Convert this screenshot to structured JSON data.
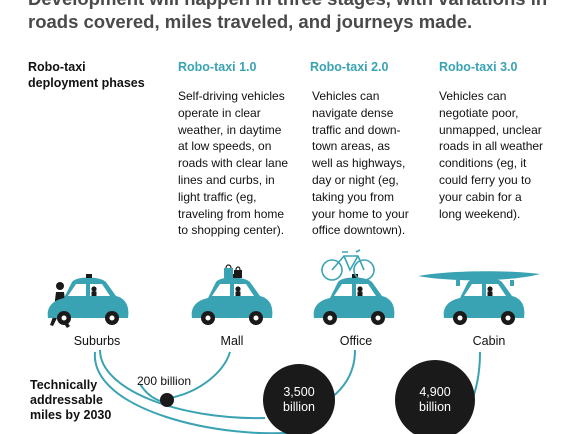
{
  "intro": {
    "line1": "Development will happen in three stages, with variations in",
    "line2": "roads covered, miles traveled, and journeys made."
  },
  "phases_label": {
    "line1": "Robo-taxi",
    "line2": "deployment phases"
  },
  "phases": [
    {
      "title": "Robo-taxi 1.0",
      "lines": [
        "Self-driving vehicles",
        "operate in clear",
        "weather, in daytime",
        "at low speeds, on",
        "roads with clear lane",
        "lines and curbs, in",
        "light traffic (eg,",
        "traveling from home",
        "to shopping center)."
      ]
    },
    {
      "title": "Robo-taxi 2.0",
      "lines": [
        "Vehicles can",
        "navigate dense",
        "traffic and down-",
        "town areas, as",
        "well as highways,",
        "day or night (eg,",
        "taking you from",
        "your home to your",
        "office downtown)."
      ]
    },
    {
      "title": "Robo-taxi 3.0",
      "lines": [
        "Vehicles can",
        "negotiate poor,",
        "unmapped, unclear",
        "roads in all weather",
        "conditions (eg, it",
        "could ferry you to",
        "your cabin for a",
        "long weekend)."
      ]
    }
  ],
  "destinations": [
    "Suburbs",
    "Mall",
    "Office",
    "Cabin"
  ],
  "miles_label": {
    "line1": "Technically",
    "line2": "addressable",
    "line3": "miles by 2030"
  },
  "values": {
    "small": "200 billion",
    "mid_num": "3,500",
    "mid_unit": "billion",
    "big_num": "4,900",
    "big_unit": "billion"
  },
  "colors": {
    "teal": "#3aa3b3",
    "dark": "#1a1a1a",
    "text_grey": "#4a4a4a"
  },
  "icons": [
    "pedestrian-icon",
    "shopping-bags-icon",
    "bicycle-icon",
    "kayak-icon",
    "robo-taxi-car-icon"
  ]
}
